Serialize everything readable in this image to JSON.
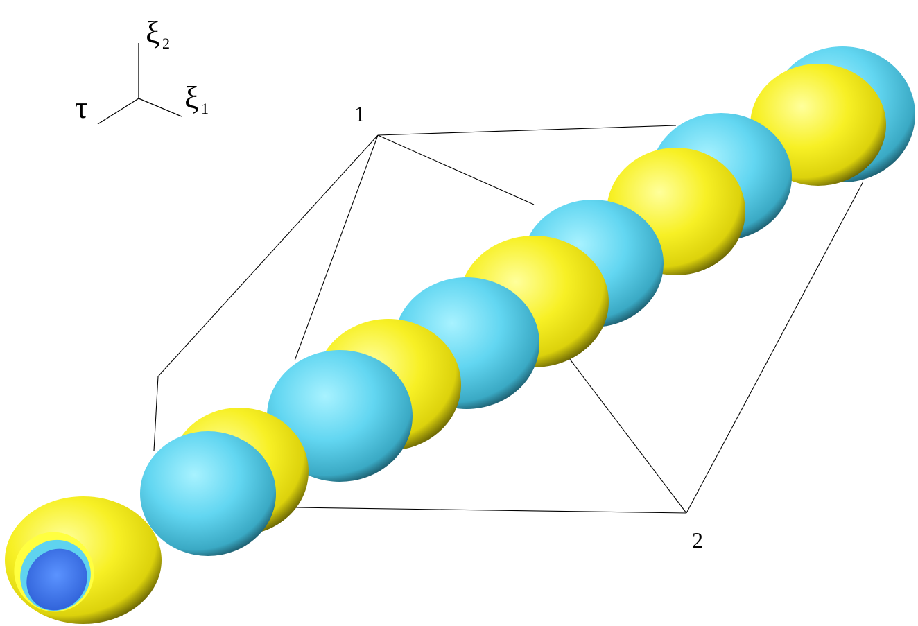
{
  "axes": {
    "tau": "τ",
    "xi1_symbol": "ξ",
    "xi1_sub": "1",
    "xi2_symbol": "ξ",
    "xi2_sub": "2"
  },
  "labels": {
    "point1": "1",
    "point2": "2"
  },
  "colors": {
    "yellow": "#f5f018",
    "cyan": "#5fd3ef",
    "inner_blue": "#3f7bf5",
    "line": "#000000"
  }
}
